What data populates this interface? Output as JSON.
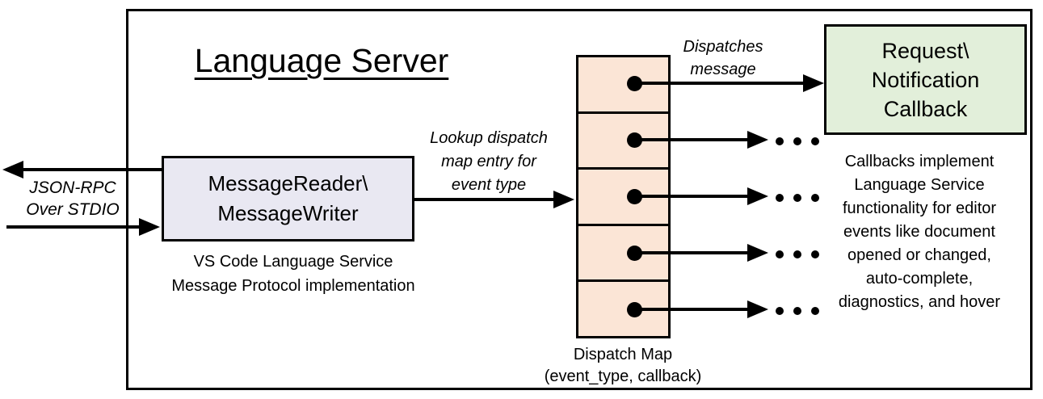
{
  "title": "Language Server",
  "stdio": {
    "label_lines": [
      "JSON-RPC",
      "Over STDIO"
    ]
  },
  "message_box": {
    "lines": [
      "MessageReader\\",
      "MessageWriter"
    ],
    "caption_lines": [
      "VS Code Language Service",
      "Message Protocol implementation"
    ]
  },
  "lookup_label": {
    "lines": [
      "Lookup dispatch",
      "map entry for",
      "event type"
    ]
  },
  "dispatch_label": {
    "lines": [
      "Dispatches",
      "message"
    ]
  },
  "dispatch_map": {
    "row_count": 5,
    "caption_lines": [
      "Dispatch Map",
      "(event_type, callback)"
    ]
  },
  "callback_box": {
    "lines": [
      "Request\\",
      "Notification",
      "Callback"
    ]
  },
  "callbacks_note": {
    "lines": [
      "Callbacks implement",
      "Language Service",
      "functionality for editor",
      "events like document",
      "opened or changed,",
      "auto-complete,",
      "diagnostics, and hover"
    ]
  },
  "ellipsis": "...",
  "colors": {
    "stroke": "#000000",
    "message_box_fill": "#E9E8F2",
    "dispatch_map_fill": "#FBE5D6",
    "callback_box_fill": "#E2EFDA"
  }
}
